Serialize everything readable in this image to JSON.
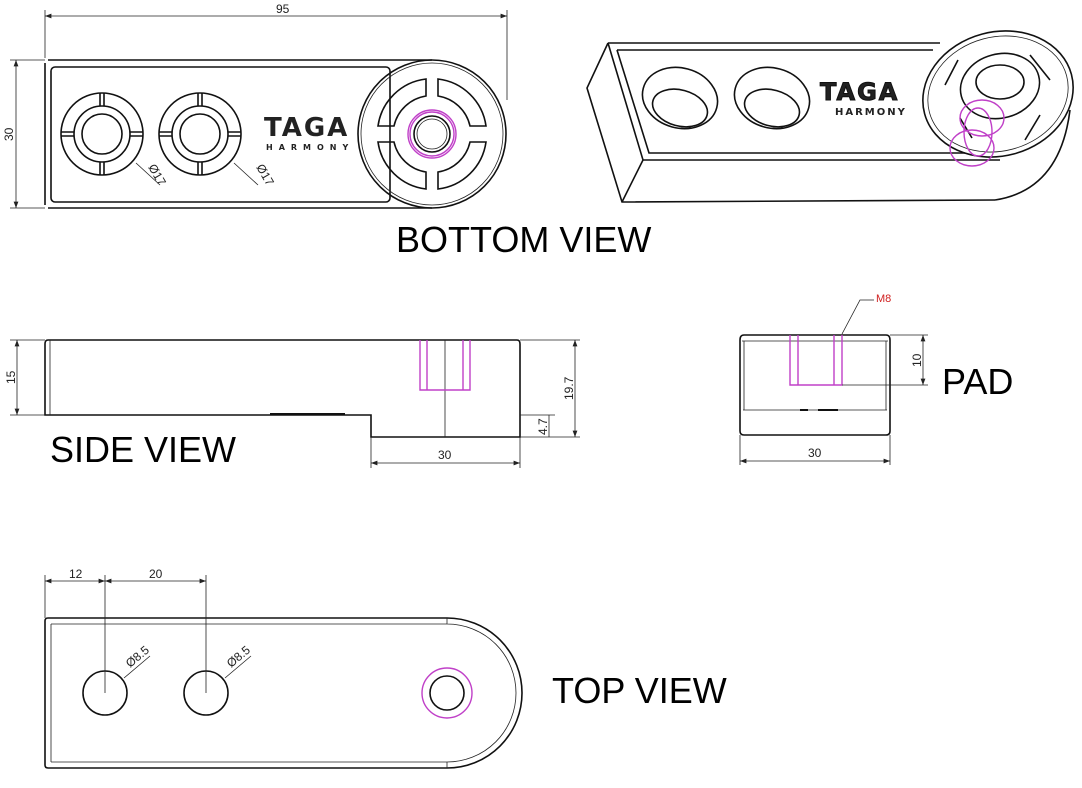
{
  "views": {
    "bottom": {
      "label": "BOTTOM VIEW",
      "dim_length": "95",
      "dim_width": "30",
      "hole_dia_1": "Ø17",
      "hole_dia_2": "Ø17"
    },
    "side": {
      "label": "SIDE VIEW",
      "dim_height": "15",
      "dim_total_height": "19.7",
      "dim_pad_height": "4.7",
      "dim_pad_width": "30"
    },
    "pad": {
      "label": "PAD",
      "thread": "M8",
      "dim_depth": "10",
      "dim_width": "30"
    },
    "top": {
      "label": "TOP VIEW",
      "dim_first_hole": "12",
      "dim_spacing": "20",
      "hole_dia_1": "Ø8.5",
      "hole_dia_2": "Ø8.5"
    }
  },
  "logo": {
    "brand": "TAGA",
    "subbrand": "HARMONY"
  },
  "colors": {
    "line": "#111111",
    "hidden_feature": "#c040c8",
    "thread_label": "#d02020"
  }
}
